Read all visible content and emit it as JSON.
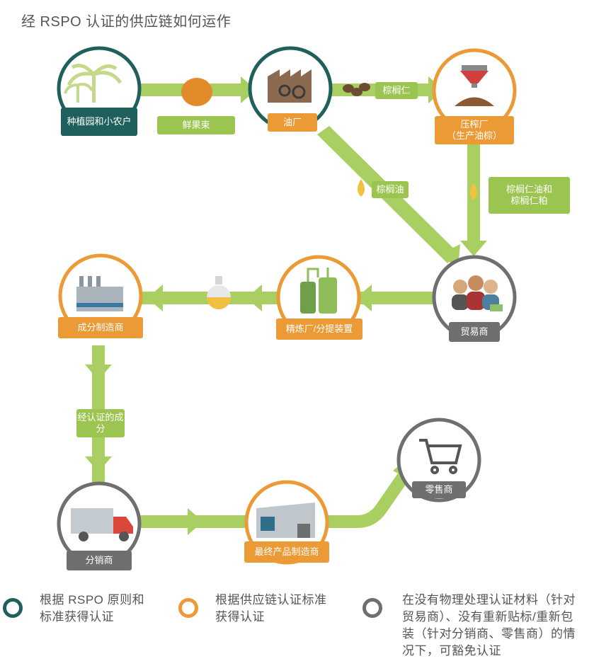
{
  "title": "经 RSPO 认证的供应链如何运作",
  "colors": {
    "green": "#9bc450",
    "teal": "#1f5f5c",
    "orange": "#eb9a35",
    "gray": "#6f6f6f"
  },
  "nodes": {
    "plantation": "种植园和小农户",
    "mill": "油厂",
    "crusher": "压榨厂\n（生产油棕）",
    "trader": "贸易商",
    "refinery": "精炼厂/分提装置",
    "manufacturer": "成分制造商",
    "distributor": "分销商",
    "product_maker": "最终产品制造商",
    "retailer": "零售商"
  },
  "flows": {
    "ffb": "鲜果束",
    "kernel": "棕榈仁",
    "palm_oil": "棕榈油",
    "kernel_oil": "棕榈仁油和\n棕榈仁粕",
    "certified_ingredient": "经认证的成\n分"
  },
  "legend": [
    {
      "color": "teal",
      "text": "根据 RSPO 原则和\n标准获得认证"
    },
    {
      "color": "orange",
      "text": "根据供应链认证标准\n获得认证"
    },
    {
      "color": "gray",
      "text": "在没有物理处理认证材料（针对\n贸易商）、没有重新贴标/重新包\n装（针对分销商、零售商）的情\n况下，可豁免认证"
    }
  ]
}
